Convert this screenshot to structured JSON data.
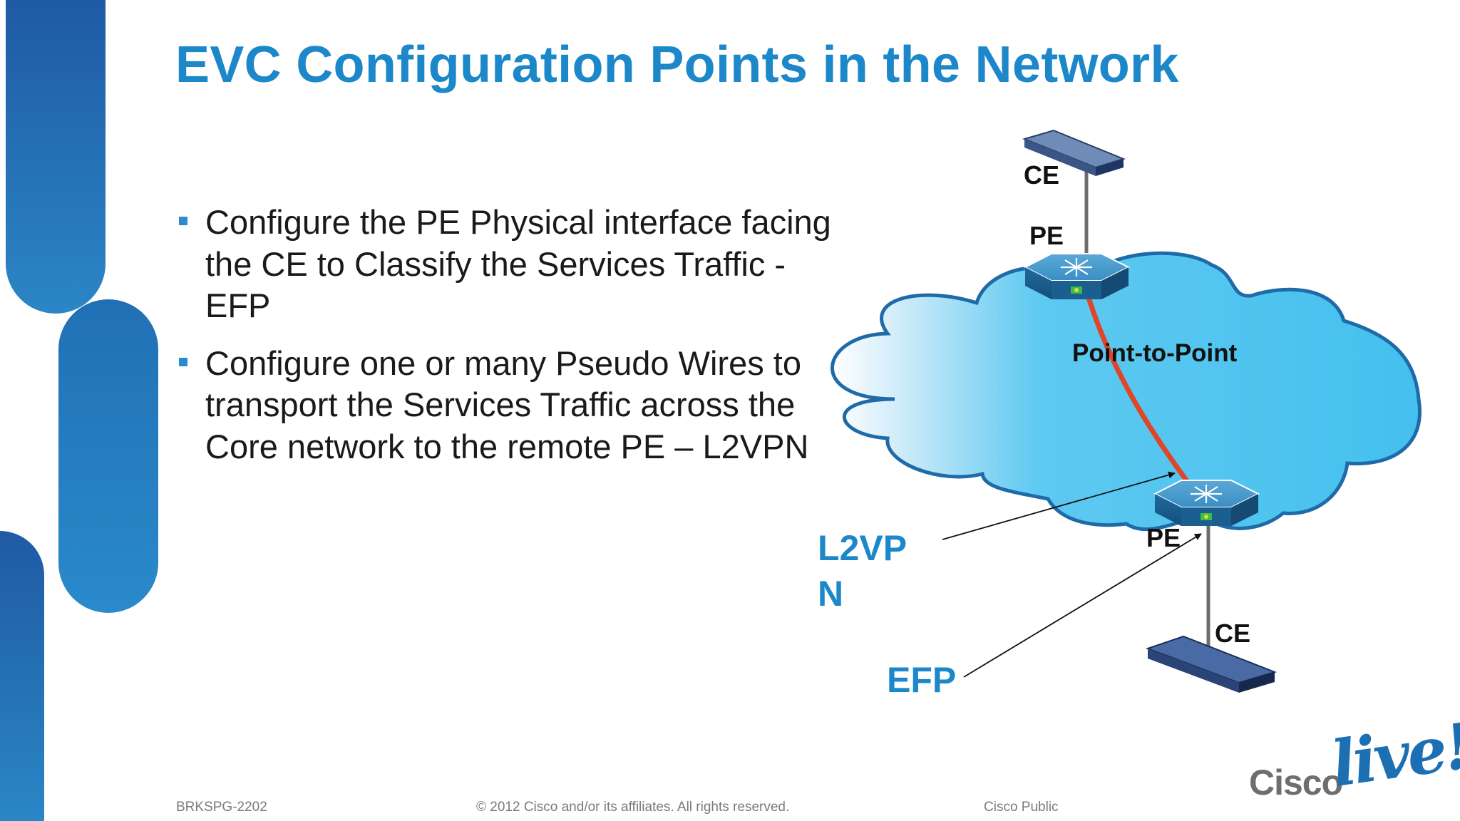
{
  "slide": {
    "title": "EVC Configuration Points in the Network",
    "bullets": [
      "Configure the PE Physical interface facing the CE to Classify the Services Traffic - EFP",
      "Configure one or many Pseudo Wires to transport the Services Traffic across the Core network to the remote PE – L2VPN"
    ]
  },
  "diagram": {
    "ce_top": "CE",
    "pe_top": "PE",
    "link": "Point-to-Point",
    "pe_bottom": "PE",
    "ce_bottom": "CE",
    "callout_l2vpn_line1": "L2VP",
    "callout_l2vpn_line2": "N",
    "callout_efp": "EFP"
  },
  "footer": {
    "session_code": "BRKSPG-2202",
    "copyright": "© 2012 Cisco and/or its affiliates. All rights reserved.",
    "classification": "Cisco Public"
  },
  "logo": {
    "brand": "Cisco",
    "event": "live!"
  },
  "colors": {
    "title": "#1c87c9",
    "callout": "#1c87c9",
    "link_line": "#e0452a",
    "cloud": "#45c0ee",
    "router": "#3b8fc4",
    "deco_band": "#1f5fa8"
  },
  "icons": {
    "router": "router-icon",
    "switch": "switch-icon",
    "cloud": "cloud-icon"
  }
}
